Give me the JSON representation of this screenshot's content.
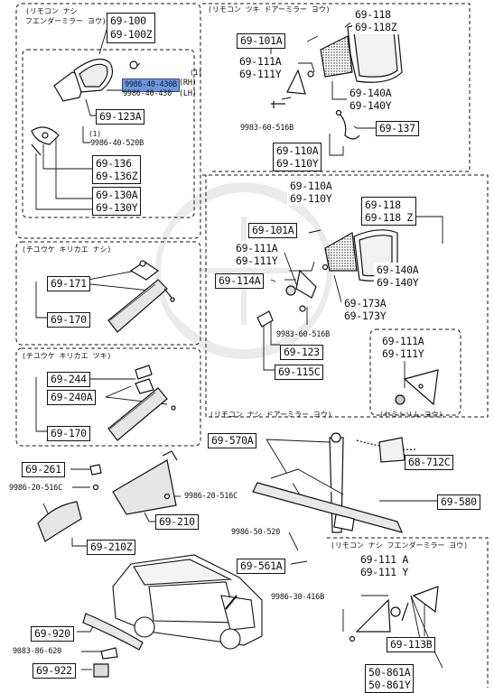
{
  "sections": {
    "top_left_caption_1": "(リモコン ナシ",
    "top_left_caption_2": "フエンダーミラー ヨウ)",
    "top_right_caption": "(リモコン ツキ ドアーミラー ヨウ)",
    "visor_a_caption": "(チユウケ キリカエ ナシ)",
    "visor_b_caption": "(チユウケ キリカエ ツキ)",
    "mid_right_caption": "(リモコン ナシ ドアーミラー ヨウ)",
    "inset_caption": "(セミトリム ヨウ)",
    "bottom_right_caption": "(リモコン ナシ フエンダーミラー ヨウ)"
  },
  "labels": {
    "l_69100": "69-100",
    "l_69100z": "69-100Z",
    "l_986040430b": "9986-40-430B",
    "l_986040430": "9986-40-430",
    "l_rh": "(RH)",
    "l_lh": "(LH)",
    "l_q1a": "(1)",
    "l_q1b": "(1)",
    "l_69123a": "69-123A",
    "l_986040520b": "9986-40-520B",
    "l_69136": "69-136",
    "l_69136z": "69-136Z",
    "l_69130a": "69-130A",
    "l_69130y": "69-130Y",
    "l_69118_t": "69-118",
    "l_69118z_t": "69-118Z",
    "l_69101a_t": "69-101A",
    "l_69111a_t": "69-111A",
    "l_69111y_t": "69-111Y",
    "l_69140a_t": "69-140A",
    "l_69140y_t": "69-140Y",
    "l_998360516b_t": "9983-60-516B",
    "l_69137": "69-137",
    "l_69110a_t": "69-110A",
    "l_69110y_t": "69-110Y",
    "l_69110a_m": "69-110A",
    "l_69110y_m": "69-110Y",
    "l_69118_m": "69-118",
    "l_69118z_m": "69-118 Z",
    "l_69101a_m": "69-101A",
    "l_69111a_m": "69-111A",
    "l_69111y_m": "69-111Y",
    "l_69114a": "69-114A",
    "l_69140a_m": "69-140A",
    "l_69140y_m": "69-140Y",
    "l_69173a": "69-173A",
    "l_69173y": "69-173Y",
    "l_998360516b_m": "9983-60-516B",
    "l_69123": "69-123",
    "l_69115c": "69-115C",
    "l_69111a_i": "69-111A",
    "l_69111y_i": "69-111Y",
    "l_69171": "69-171",
    "l_69170_a": "69-170",
    "l_69244": "69-244",
    "l_69240a": "69-240A",
    "l_69170_b": "69-170",
    "l_69570a": "69-570A",
    "l_68712c": "68-712C",
    "l_69580": "69-580",
    "l_69261": "69-261",
    "l_998620516c_a": "9986-20-516C",
    "l_998620516c_b": "9986-20-516C",
    "l_69210": "69-210",
    "l_69210z": "69-210Z",
    "l_998650520": "9986-50-520",
    "l_69561a": "69-561A",
    "l_69111a_b": "69-111 A",
    "l_69111y_b": "69-111 Y",
    "l_998630416b": "9986-30-416B",
    "l_69113b": "69-113B",
    "l_69920": "69-920",
    "l_908386620": "9083-86-620",
    "l_69922": "69-922",
    "l_50861a": "50-861A",
    "l_50861y": "50-861Y"
  }
}
